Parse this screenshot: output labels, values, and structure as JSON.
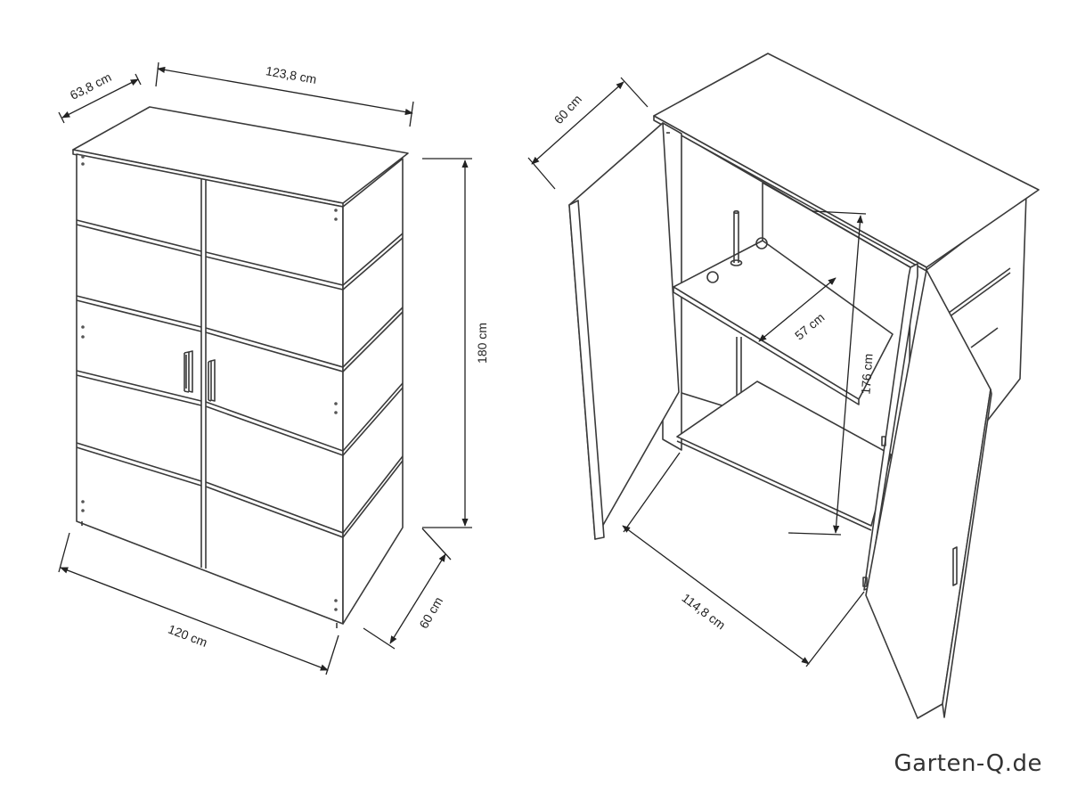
{
  "brand": {
    "label": "Garten-Q.de"
  },
  "dimensions": {
    "front_top_depth": "63,8 cm",
    "front_top_width": "123,8 cm",
    "front_height": "180 cm",
    "front_base_width": "120 cm",
    "front_base_depth": "60 cm",
    "open_top_depth": "60 cm",
    "open_shelf_depth": "57 cm",
    "open_inner_height": "176 cm",
    "open_inner_width": "114,8 cm"
  },
  "colors": {
    "line": "#3a3a3a",
    "dim": "#222222",
    "background": "#ffffff"
  }
}
